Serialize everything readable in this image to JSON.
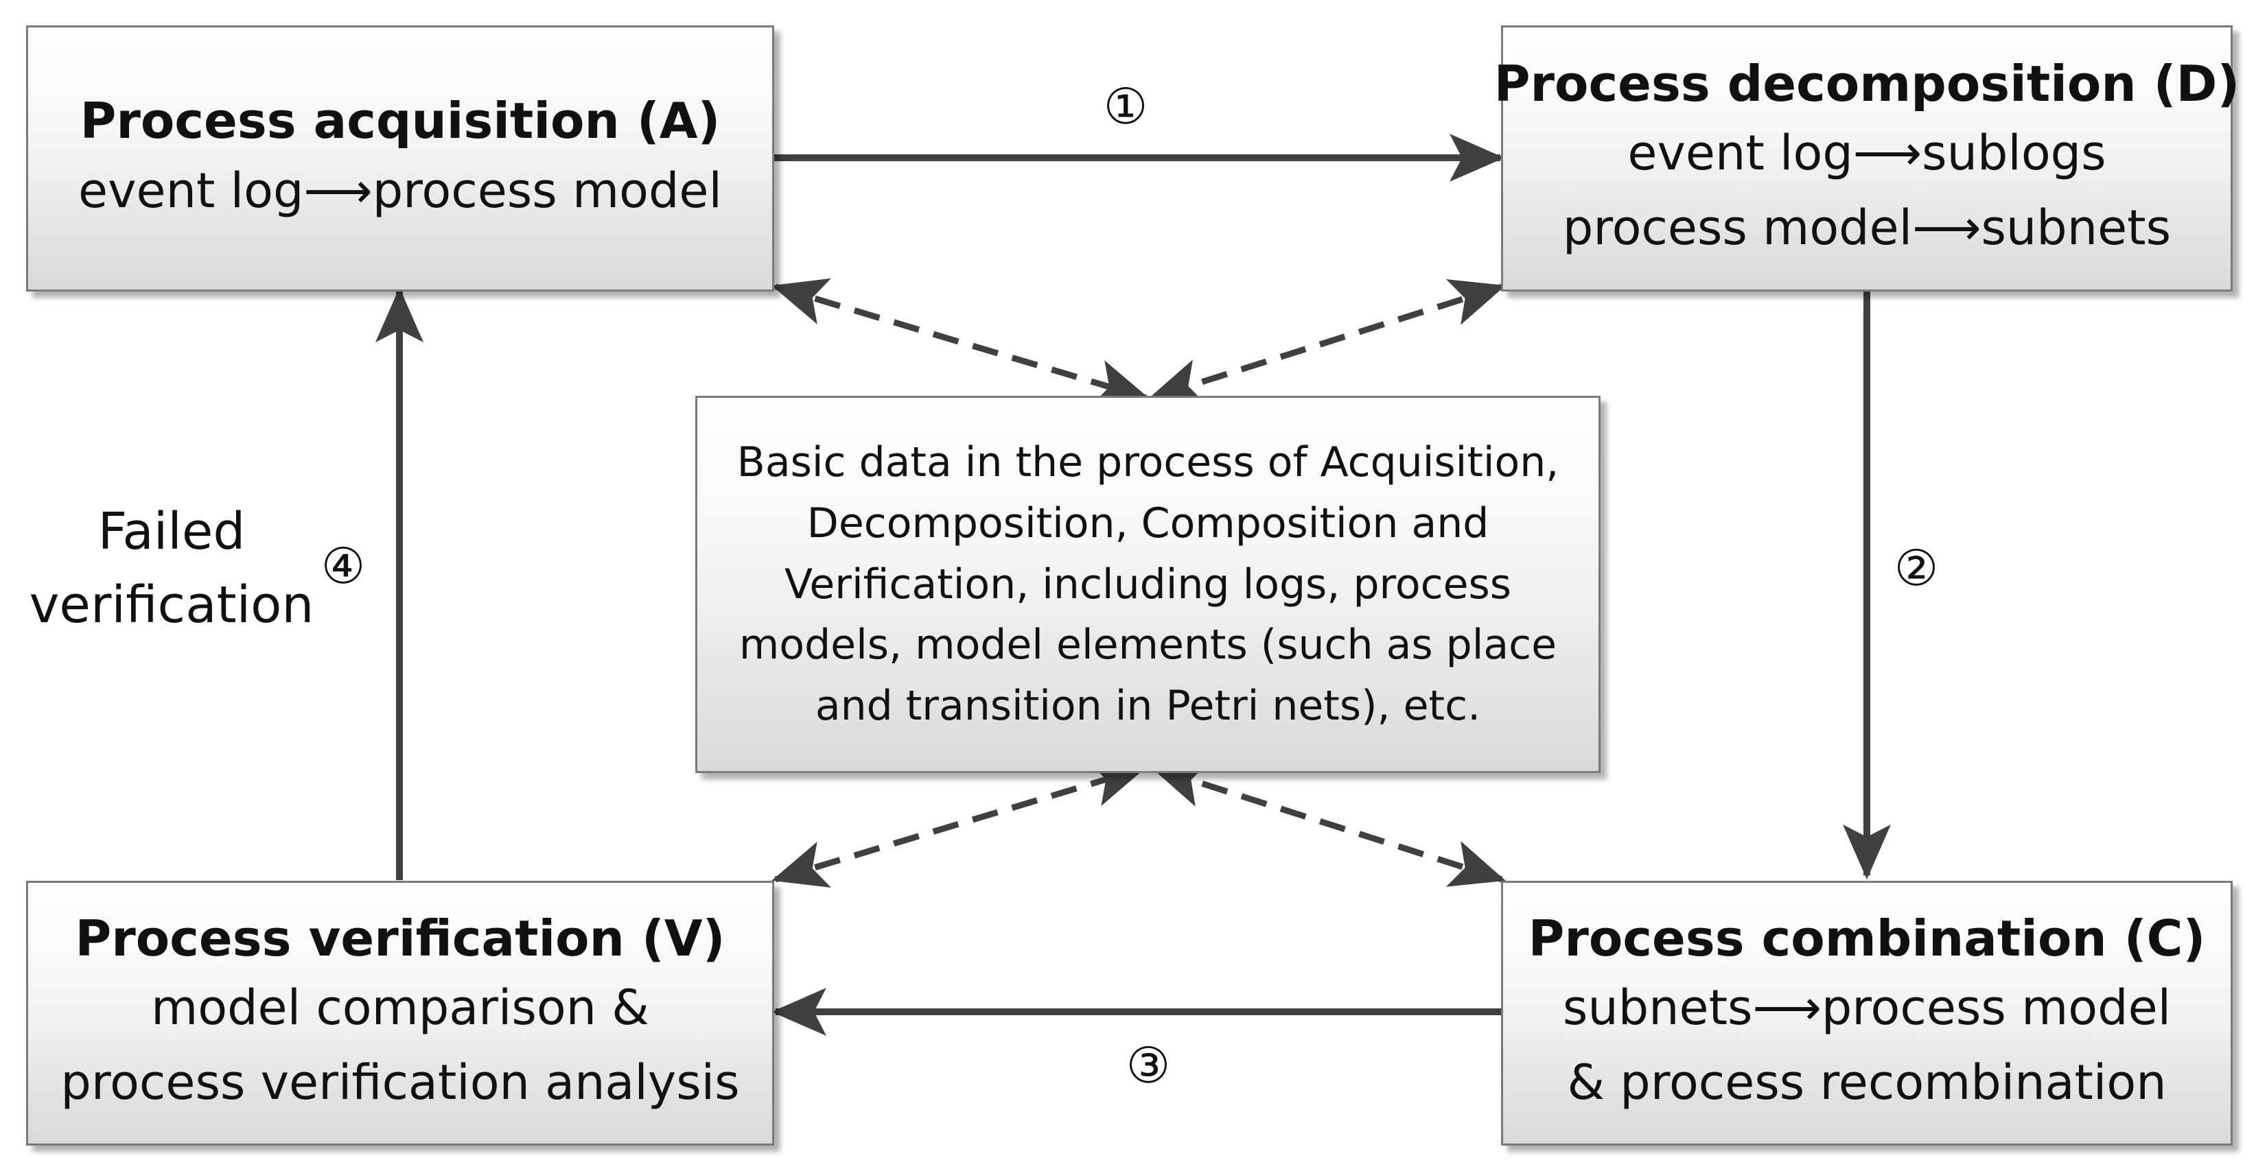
{
  "boxes": {
    "acquisition": {
      "title": "Process acquisition (A)",
      "lines": [
        "event log⟶process model"
      ]
    },
    "decomposition": {
      "title": "Process decomposition (D)",
      "lines": [
        "event log⟶sublogs",
        "process model⟶subnets"
      ]
    },
    "verification": {
      "title": "Process verification (V)",
      "lines": [
        "model comparison &",
        "process verification analysis"
      ]
    },
    "combination": {
      "title": "Process combination (C)",
      "lines": [
        "subnets⟶process model",
        "& process recombination"
      ]
    },
    "center": {
      "lines": [
        "Basic data in the process of Acquisition,",
        "Decomposition, Composition and",
        "Verification, including logs, process",
        "models, model elements (such as place",
        "and transition in Petri nets), etc."
      ]
    }
  },
  "steps": [
    "①",
    "②",
    "③",
    "④"
  ],
  "failed_label": [
    "Failed",
    "verification"
  ],
  "colors": {
    "arrow": "#404040",
    "box_border": "#7a7a7a"
  }
}
